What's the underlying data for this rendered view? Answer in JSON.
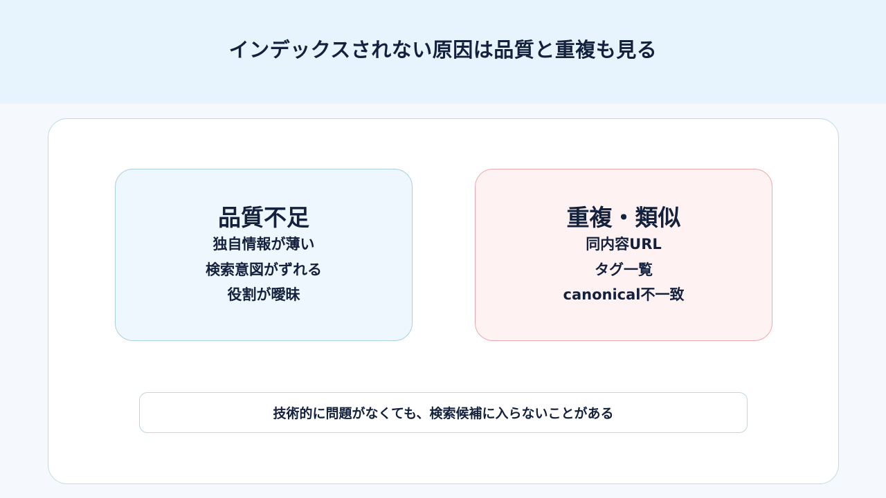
{
  "header": {
    "title": "インデックスされない原因は品質と重複も見る"
  },
  "cards": [
    {
      "title": "品質不足",
      "items": [
        "独自情報が薄い",
        "検索意図がずれる",
        "役割が曖昧"
      ]
    },
    {
      "title": "重複・類似",
      "items": [
        "同内容URL",
        "タグ一覧",
        "canonical不一致"
      ]
    }
  ],
  "note": {
    "text": "技術的に問題がなくても、検索候補に入らないことがある"
  },
  "colors": {
    "header_bg": "#e8f4fd",
    "quality_card_bg": "#eff7fe",
    "quality_card_border": "#a9cfe2",
    "duplicate_card_bg": "#fff2f3",
    "duplicate_card_border": "#eaaaaf",
    "text": "#14213d"
  }
}
